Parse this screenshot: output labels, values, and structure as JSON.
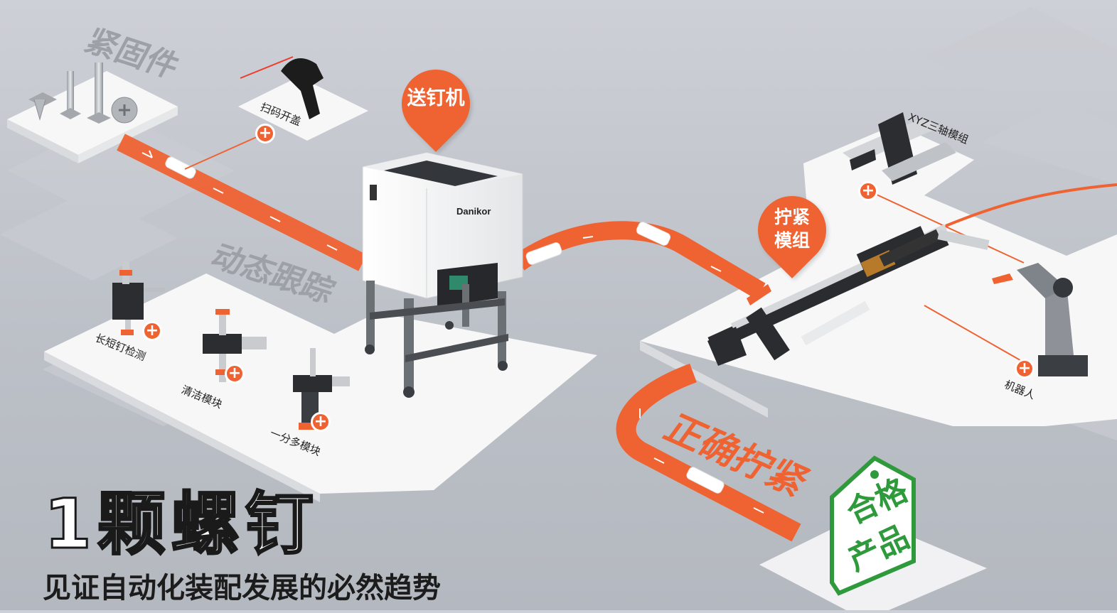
{
  "headline": "1颗螺钉",
  "subline": "见证自动化装配发展的必然趋势",
  "section_labels": {
    "fasteners": "紧固件",
    "dynamic_tracking": "动态跟踪",
    "correct_tightening": "正确拧紧"
  },
  "pins": {
    "feeder": "送钉机",
    "tightening_module_line1": "拧紧",
    "tightening_module_line2": "模组"
  },
  "module_labels": {
    "scan": "扫码开盖",
    "length_check": "长短钉检测",
    "cleaning": "清洁模块",
    "splitter": "一分多模块",
    "xyz": "XYZ三轴模组",
    "robot": "机器人"
  },
  "machine_brand": "Danikor",
  "tag": {
    "line1": "合格",
    "line2": "产品"
  },
  "colors": {
    "accent": "#ef6231",
    "platform": "#f7f7f8",
    "background": "#c4c7cd",
    "tag_green": "#2f9a3c"
  }
}
